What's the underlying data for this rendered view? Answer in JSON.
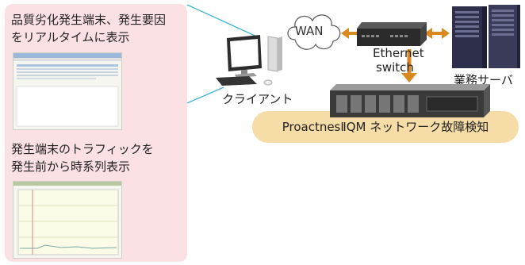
{
  "panel": {
    "text1_line1": "品質劣化発生端末、発生要因",
    "text1_line2": "をリアルタイムに表示",
    "text2_line1": "発生端末のトラフィックを",
    "text2_line2": "発生前から時系列表示"
  },
  "network": {
    "wan_label": "WAN",
    "switch_label_line1": "Ethernet",
    "switch_label_line2": "switch",
    "server_label": "業務サーバ",
    "client_label": "クライアント",
    "product_label": "ProactnesⅡQM ネットワーク故障検知"
  },
  "colors": {
    "panel_bg": "#fbe1e4",
    "pill_bg": "#f6dca6",
    "arrow": "#d9891f",
    "connector": "#3bb4d6"
  }
}
